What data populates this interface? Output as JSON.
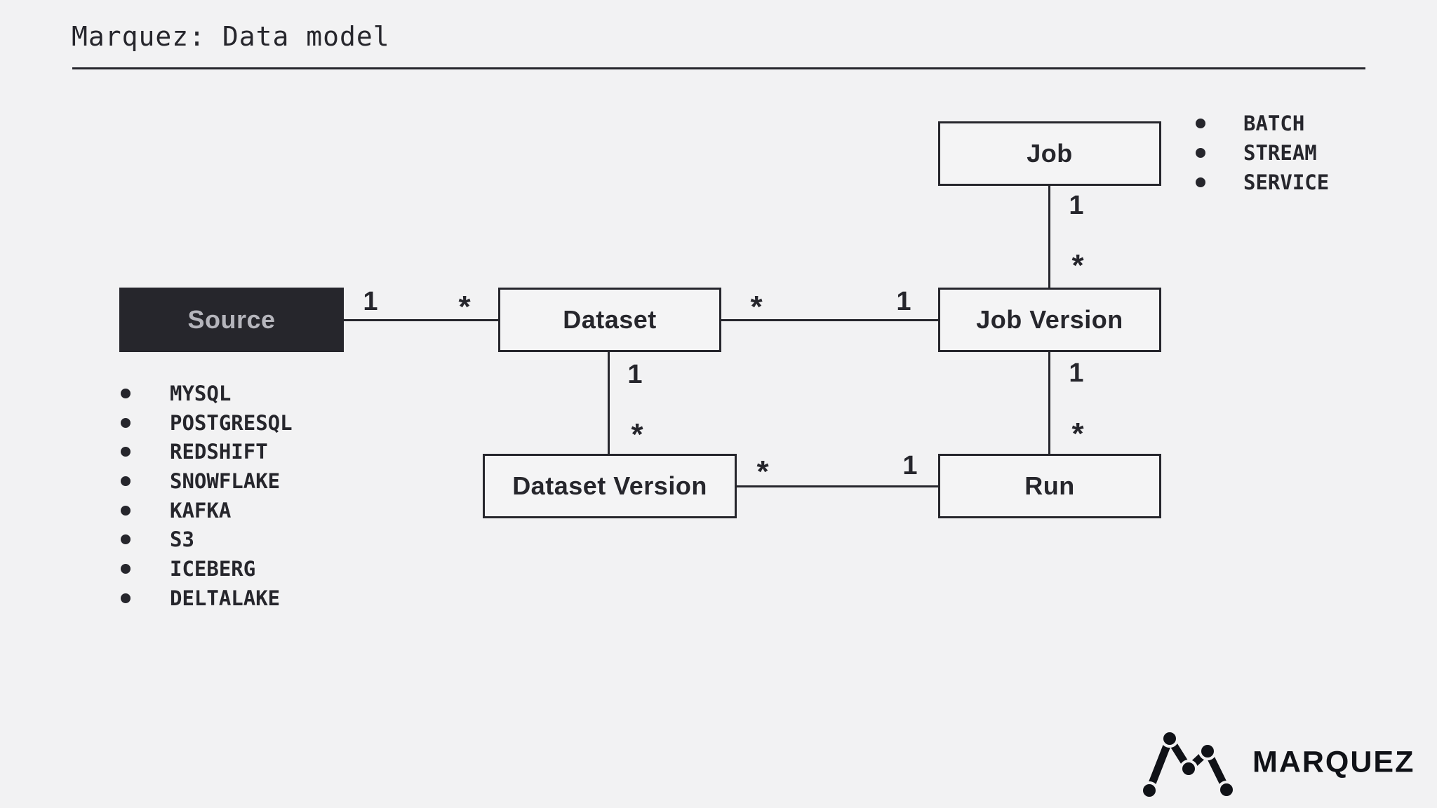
{
  "title": "Marquez: Data model",
  "entities": {
    "job": {
      "label": "Job"
    },
    "job_version": {
      "label": "Job Version"
    },
    "run": {
      "label": "Run"
    },
    "source": {
      "label": "Source"
    },
    "dataset": {
      "label": "Dataset"
    },
    "dataset_version": {
      "label": "Dataset Version"
    }
  },
  "relationships": [
    {
      "from": "Source",
      "to": "Dataset",
      "label_near_from": "1",
      "label_near_to": "*"
    },
    {
      "from": "Dataset",
      "to": "Job Version",
      "label_near_from": "*",
      "label_near_to": "1"
    },
    {
      "from": "Job",
      "to": "Job Version",
      "label_near_from": "1",
      "label_near_to": "*"
    },
    {
      "from": "Dataset",
      "to": "Dataset Version",
      "label_near_from": "1",
      "label_near_to": "*"
    },
    {
      "from": "Job Version",
      "to": "Run",
      "label_near_from": "1",
      "label_near_to": "*"
    },
    {
      "from": "Dataset Version",
      "to": "Run",
      "label_near_from": "*",
      "label_near_to": "1"
    }
  ],
  "job_types": [
    "BATCH",
    "STREAM",
    "SERVICE"
  ],
  "source_types": [
    "MYSQL",
    "POSTGRESQL",
    "REDSHIFT",
    "SNOWFLAKE",
    "KAFKA",
    "S3",
    "ICEBERG",
    "DELTALAKE"
  ],
  "logo": {
    "text": "MARQUEZ",
    "icon": "marquez-node-graph-m"
  },
  "colors": {
    "background": "#f2f2f3",
    "ink": "#26262c",
    "source_fill": "#26262c",
    "source_text": "#b5b5bc",
    "logo_black": "#101217"
  }
}
